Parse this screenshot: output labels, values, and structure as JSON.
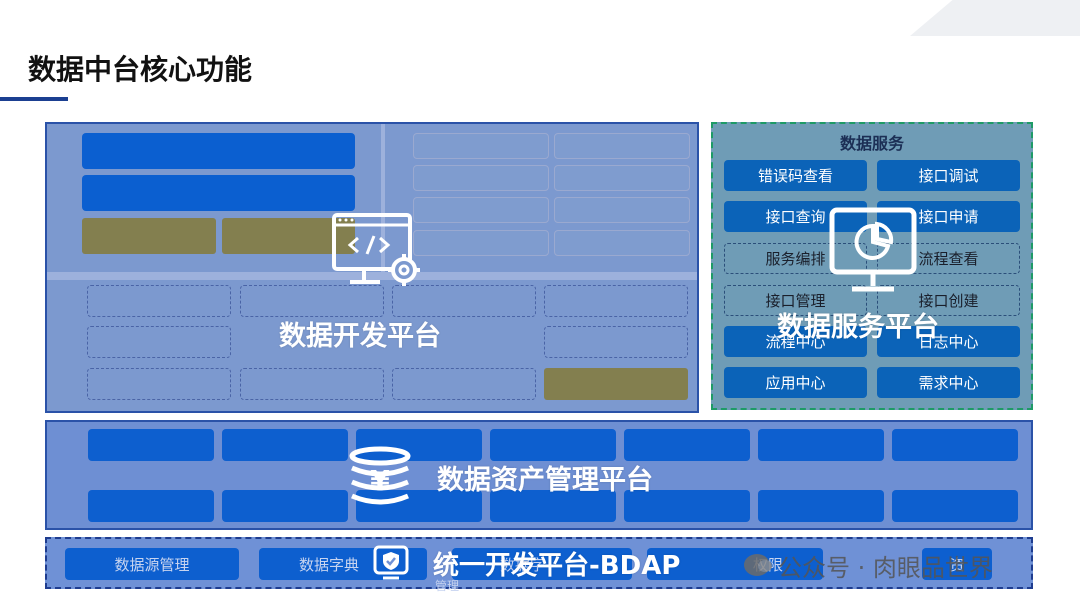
{
  "page": {
    "title": "数据中台核心功能"
  },
  "dev_platform": {
    "label": "数据开发平台"
  },
  "service": {
    "heading": "数据服务",
    "platform_label": "数据服务平台",
    "buttons": [
      {
        "label": "错误码查看",
        "style": "filled"
      },
      {
        "label": "接口调试",
        "style": "filled"
      },
      {
        "label": "接口查询",
        "style": "filled"
      },
      {
        "label": "接口申请",
        "style": "filled"
      },
      {
        "label": "服务编排",
        "style": "dashed"
      },
      {
        "label": "流程查看",
        "style": "dashed"
      },
      {
        "label": "接口管理",
        "style": "dashed"
      },
      {
        "label": "接口创建",
        "style": "dashed"
      },
      {
        "label": "流程中心",
        "style": "filled"
      },
      {
        "label": "日志中心",
        "style": "filled"
      },
      {
        "label": "应用中心",
        "style": "filled"
      },
      {
        "label": "需求中心",
        "style": "filled"
      }
    ]
  },
  "asset_platform": {
    "label": "数据资产管理平台"
  },
  "unify_platform": {
    "label": "统一开发平台-BDAP",
    "items": [
      "数据源管理",
      "数据字典",
      "数据字",
      "权限"
    ],
    "sub_text": "管理",
    "partial": "资"
  },
  "watermark": {
    "text": "公众号 · 肉眼品世界"
  },
  "colors": {
    "title_accent": "#1b3f91",
    "panel_border": "#2a52a8",
    "service_border": "#1e9b66",
    "block_blue": "#0b5fd0",
    "olive": "#837f4f"
  },
  "icons": [
    "code-monitor-gear-icon",
    "monitor-chart-icon",
    "database-yen-icon",
    "shield-check-icon",
    "wechat-icon"
  ]
}
